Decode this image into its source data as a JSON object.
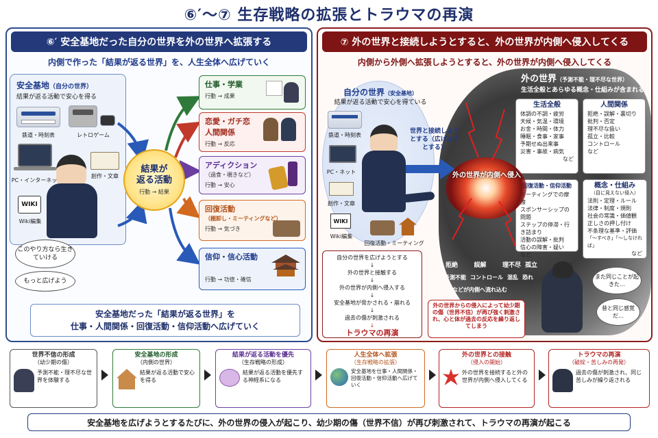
{
  "title": "⑥′〜⑦ 生存戦略の拡張とトラウマの再演",
  "left": {
    "header": "⑥′ 安全基地だった自分の世界を外の世界へ拡張する",
    "subtitle": "内側で作った「結果が返る世界」を、人生全体へ広げていく",
    "base": {
      "title": "安全基地",
      "title_note": "（自分の世界）",
      "desc": "結果が返る活動で安心を得る",
      "items": [
        "鉄道・時刻表",
        "レトロゲーム",
        "PC・インターネット",
        "創作・文章",
        "Wiki編集"
      ],
      "wiki": "WIKI"
    },
    "center": {
      "line1": "結果が",
      "line2": "返る活動",
      "sub": "行動 → 結果"
    },
    "activities": [
      {
        "title": "仕事・学業",
        "flow": "行動 → 成果"
      },
      {
        "title": "恋愛・ガチ恋",
        "title2": "人間関係",
        "flow": "行動 → 反応"
      },
      {
        "title": "アディクション",
        "title2": "（過食・覗きなど）",
        "flow": "行動 → 安心"
      },
      {
        "title": "回復活動",
        "title2": "（棚卸し・ミーティングなど）",
        "flow": "行動 → 気づき"
      },
      {
        "title": "信仰・信心活動",
        "flow": "行動 → 功徳・確信"
      }
    ],
    "thoughts": [
      "このやり方なら生きていける",
      "もっと広げよう"
    ],
    "footer1": "安全基地だった「結果が返る世界」を",
    "footer2": "仕事・人間関係・回復活動・信仰活動へ広げていく"
  },
  "right": {
    "header": "⑦ 外の世界と接続しようとすると、外の世界が内側へ侵入してくる",
    "subtitle": "内側から外側へ拡張しようとすると、外の世界が内側へ侵入してくる",
    "self": {
      "title": "自分の世界",
      "title_note": "（安全基地）",
      "desc": "結果が返る活動で安心を得ている",
      "items": [
        "鉄道・時刻表",
        "PC・ネット",
        "創作・文章",
        "Wiki編集",
        "回復活動・ミーティング"
      ],
      "wiki": "WIKI"
    },
    "connect": "世界と接続しようとする（広げようとする）",
    "invade": "外の世界が内側へ侵入",
    "world": {
      "title": "外の世界",
      "title_note": "（予測不能・理不尽な世界）",
      "desc": "生活全般とあらゆる概念・仕組みが含まれる"
    },
    "categories": [
      {
        "title": "生活全般",
        "items": [
          "体調の不調・疲労",
          "天候・気温・環境",
          "お金・時間・体力",
          "睡眠・食事・家事",
          "予期せぬ出来事",
          "災害・事故・病気",
          "など"
        ]
      },
      {
        "title": "人間関係",
        "items": [
          "拒絶・誤解・裏切り",
          "批判・否定",
          "理不尽な扱い",
          "孤立・比較",
          "コントロール",
          "など"
        ]
      },
      {
        "title": "回復活動・信仰活動",
        "items": [
          "ミーティングでの摩擦",
          "スポンサーシップの問題",
          "ステップの停滞・行き詰まり",
          "活動の誤解・批判",
          "信心の障害・疑い",
          "など"
        ]
      },
      {
        "title": "概念・仕組み",
        "title2": "（目に見えない侵入）",
        "items": [
          "法則・定理・ルール",
          "法律・制度・規則",
          "社会の常識・価値観",
          "正しさの押し付け",
          "不条理な基準・評価",
          "「〜すべき」「〜しなければ」",
          "など"
        ]
      }
    ],
    "storm_words": [
      "拒絶",
      "誤解",
      "理不尽",
      "孤立",
      "予測不能",
      "コントロール",
      "混乱",
      "恐れ",
      "などが内側へ流れ込む"
    ],
    "flow_steps": [
      "自分の世界を広げようとする",
      "外の世界と接触する",
      "外の世界が内側へ侵入する",
      "安全基地が脅かされる・崩れる",
      "過去の傷が刺激される",
      "トラウマの再演"
    ],
    "red_note": "外の世界からの侵入によって幼少期の傷（世界不信）が再び強く刺激され、心と体が過去の反応を繰り返してしまう",
    "thoughts": [
      "また同じことが起きた…",
      "昔と同じ感覚だ…"
    ]
  },
  "steps": [
    {
      "title": "世界不信の形成",
      "sub": "（幼少期の傷）",
      "body": "予測不能・理不尽な世界を体験する",
      "color": "#555555"
    },
    {
      "title": "安全基地の形成",
      "sub": "（内側の世界）",
      "body": "結果が返る活動で安心を得る",
      "color": "#2f7a3a"
    },
    {
      "title": "結果が返る活動を優先",
      "sub": "（生存戦略の形成）",
      "body": "結果が返る活動を優先する神経系になる",
      "color": "#6a3fa0"
    },
    {
      "title": "人生全体へ拡張",
      "sub": "（生存戦略の拡張）",
      "body": "安全基地を仕事・人間関係・回復活動・信仰活動へ広げていく",
      "color": "#d2691e"
    },
    {
      "title": "外の世界との接触",
      "sub": "（侵入の開始）",
      "body": "外の世界を接続すると外の世界が内側へ侵入してくる",
      "color": "#b32020"
    },
    {
      "title": "トラウマの再演",
      "sub": "（破綻・苦しみの再発）",
      "body": "過去の傷が刺激され、同じ苦しみが繰り返される",
      "color": "#b32020"
    }
  ],
  "footer": "安全基地を広げようとするたびに、外の世界の侵入が起こり、幼少期の傷（世界不信）が再び刺激されて、トラウマの再演が起こる",
  "colors": {
    "navy": "#23397a",
    "maroon": "#7e1414",
    "green": "#2f7a3a",
    "red": "#c0392b",
    "purple": "#6a3fa0",
    "orange": "#d2691e",
    "blue": "#2a5ab8"
  }
}
